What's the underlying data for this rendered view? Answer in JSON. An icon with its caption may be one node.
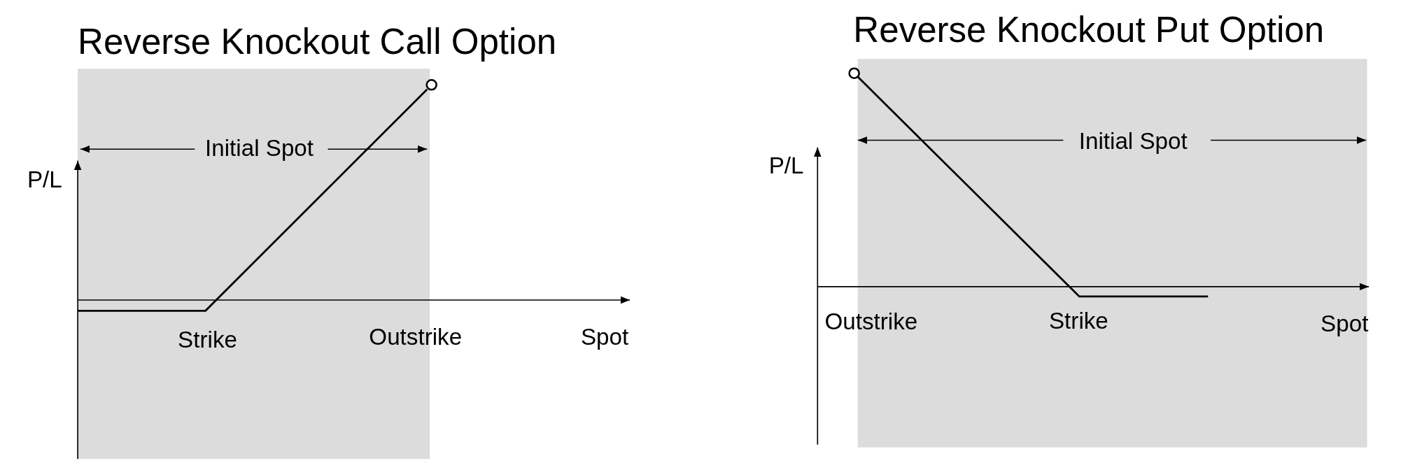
{
  "diagram": {
    "labels": [
      "Reverse Knockout Call Option",
      "Initial Spot",
      "P/L",
      "Strike",
      "Outstrike",
      "Spot",
      "Reverse Knockout Put Option",
      "Initial Spot",
      "P/L",
      "Outstrike",
      "Strike",
      "Spot"
    ]
  }
}
